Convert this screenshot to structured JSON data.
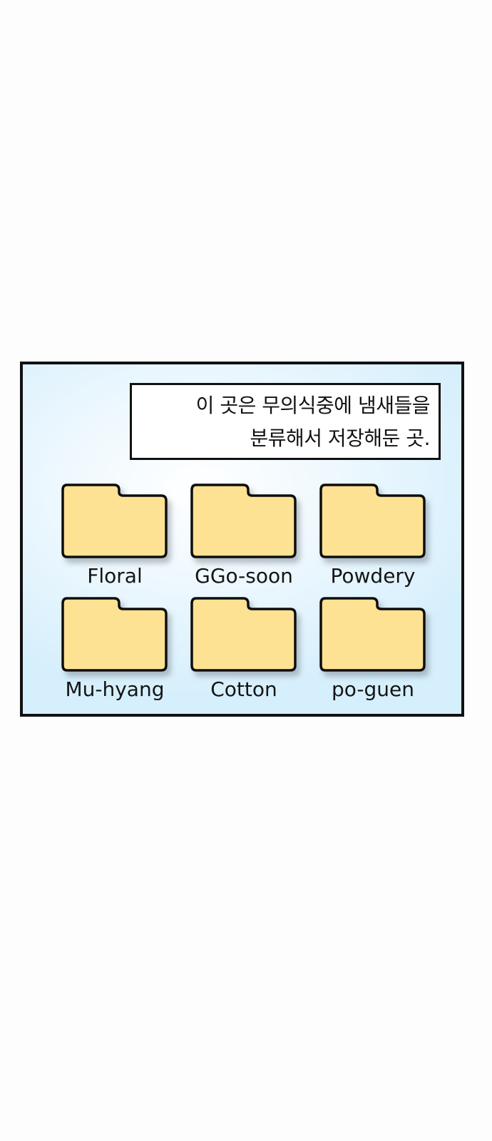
{
  "caption": {
    "line1": "이 곳은 무의식중에 냄새들을",
    "line2": "분류해서 저장해둔 곳."
  },
  "folders": [
    {
      "label": "Floral"
    },
    {
      "label": "GGo-soon"
    },
    {
      "label": "Powdery"
    },
    {
      "label": "Mu-hyang"
    },
    {
      "label": "Cotton"
    },
    {
      "label": "po-guen"
    }
  ],
  "colors": {
    "folder_fill": "#fee293",
    "outline": "#111111",
    "panel_edge": "#d6effc"
  },
  "icons": [
    "folder-icon"
  ]
}
